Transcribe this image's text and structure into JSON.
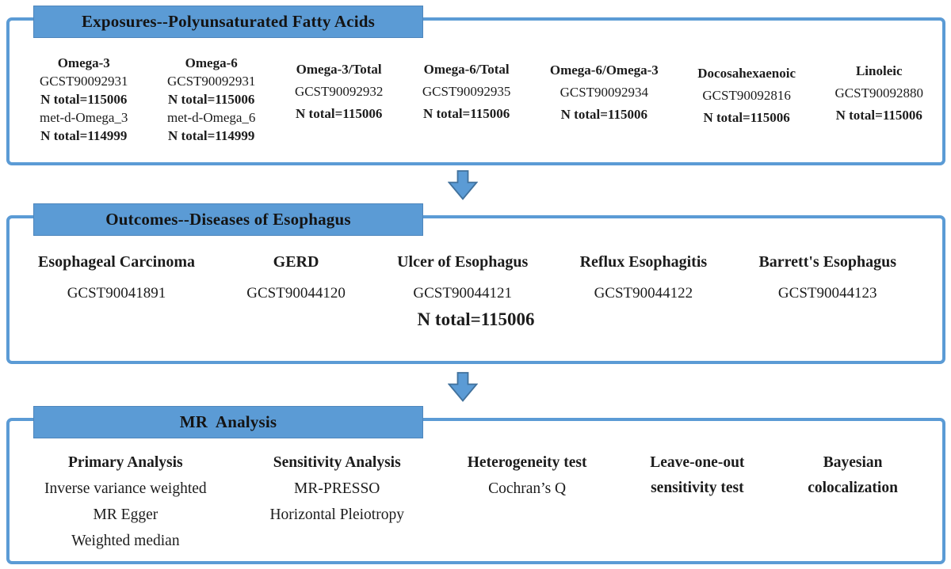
{
  "colors": {
    "band": "#5b9bd5",
    "band_border": "#4e86bc",
    "box_border": "#5b9bd5",
    "arrow_fill": "#5b9bd5",
    "arrow_stroke": "#41719c",
    "text": "#1c1c1c"
  },
  "exposures": {
    "title": "Exposures--Polyunsaturated Fatty Acids",
    "columns": [
      {
        "name": "Omega-3",
        "lines": [
          "GCST90092931",
          "N total=115006",
          "met-d-Omega_3",
          "N total=114999"
        ]
      },
      {
        "name": "Omega-6",
        "lines": [
          "GCST90092931",
          "N total=115006",
          "met-d-Omega_6",
          "N total=114999"
        ]
      },
      {
        "name": "Omega-3/Total",
        "lines": [
          "GCST90092932",
          "N total=115006"
        ]
      },
      {
        "name": "Omega-6/Total",
        "lines": [
          "GCST90092935",
          "N total=115006"
        ]
      },
      {
        "name": "Omega-6/Omega-3",
        "lines": [
          "GCST90092934",
          "N total=115006"
        ]
      },
      {
        "name": "Docosahexaenoic",
        "lines": [
          "GCST90092816",
          "N total=115006"
        ]
      },
      {
        "name": "Linoleic",
        "lines": [
          "GCST90092880",
          "N total=115006"
        ]
      }
    ]
  },
  "outcomes": {
    "title": "Outcomes--Diseases of Esophagus",
    "columns": [
      {
        "name": "Esophageal Carcinoma",
        "id": "GCST90041891"
      },
      {
        "name": "GERD",
        "id": "GCST90044120"
      },
      {
        "name": "Ulcer of Esophagus",
        "id": "GCST90044121"
      },
      {
        "name": "Reflux Esophagitis",
        "id": "GCST90044122"
      },
      {
        "name": "Barrett's Esophagus",
        "id": "GCST90044123"
      }
    ],
    "n_total": "N total=115006"
  },
  "mr": {
    "title": "MR  Analysis",
    "columns": [
      {
        "header": "Primary Analysis",
        "rows": [
          "Inverse variance weighted",
          "MR Egger",
          "Weighted median"
        ]
      },
      {
        "header": "Sensitivity Analysis",
        "rows": [
          "MR-PRESSO",
          "Horizontal Pleiotropy"
        ]
      },
      {
        "header": "Heterogeneity test",
        "rows": [
          "Cochran’s Q"
        ]
      },
      {
        "header_lines": [
          "Leave-one-out",
          "sensitivity test"
        ]
      },
      {
        "header_lines": [
          "Bayesian",
          "colocalization"
        ]
      }
    ]
  }
}
